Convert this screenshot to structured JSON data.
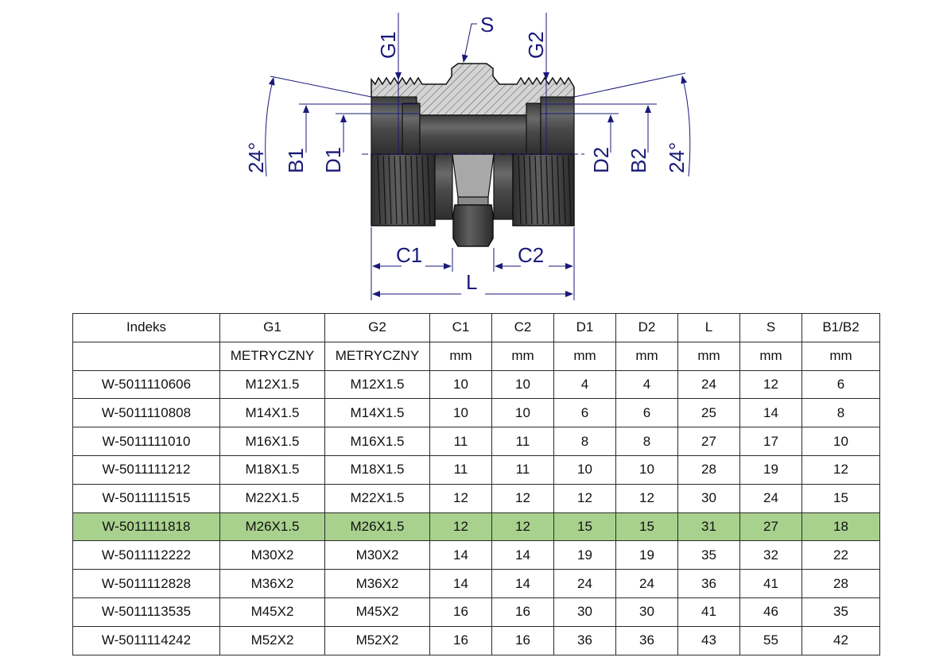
{
  "drawing": {
    "labels": {
      "S": "S",
      "G1": "G1",
      "G2": "G2",
      "B1": "B1",
      "B2": "B2",
      "D1": "D1",
      "D2": "D2",
      "C1": "C1",
      "C2": "C2",
      "L": "L",
      "angle_left": "24°",
      "angle_right": "24°"
    },
    "colors": {
      "dimension": "#1a1a7a",
      "highlight_row": "#a9d18e"
    }
  },
  "table": {
    "headers": [
      "Indeks",
      "G1",
      "G2",
      "C1",
      "C2",
      "D1",
      "D2",
      "L",
      "S",
      "B1/B2"
    ],
    "units": [
      "",
      "METRYCZNY",
      "METRYCZNY",
      "mm",
      "mm",
      "mm",
      "mm",
      "mm",
      "mm",
      "mm"
    ],
    "highlighted_row_index": 5,
    "rows": [
      [
        "W-5011110606",
        "M12X1.5",
        "M12X1.5",
        "10",
        "10",
        "4",
        "4",
        "24",
        "12",
        "6"
      ],
      [
        "W-5011110808",
        "M14X1.5",
        "M14X1.5",
        "10",
        "10",
        "6",
        "6",
        "25",
        "14",
        "8"
      ],
      [
        "W-5011111010",
        "M16X1.5",
        "M16X1.5",
        "11",
        "11",
        "8",
        "8",
        "27",
        "17",
        "10"
      ],
      [
        "W-5011111212",
        "M18X1.5",
        "M18X1.5",
        "11",
        "11",
        "10",
        "10",
        "28",
        "19",
        "12"
      ],
      [
        "W-5011111515",
        "M22X1.5",
        "M22X1.5",
        "12",
        "12",
        "12",
        "12",
        "30",
        "24",
        "15"
      ],
      [
        "W-5011111818",
        "M26X1.5",
        "M26X1.5",
        "12",
        "12",
        "15",
        "15",
        "31",
        "27",
        "18"
      ],
      [
        "W-5011112222",
        "M30X2",
        "M30X2",
        "14",
        "14",
        "19",
        "19",
        "35",
        "32",
        "22"
      ],
      [
        "W-5011112828",
        "M36X2",
        "M36X2",
        "14",
        "14",
        "24",
        "24",
        "36",
        "41",
        "28"
      ],
      [
        "W-5011113535",
        "M45X2",
        "M45X2",
        "16",
        "16",
        "30",
        "30",
        "41",
        "46",
        "35"
      ],
      [
        "W-5011114242",
        "M52X2",
        "M52X2",
        "16",
        "16",
        "36",
        "36",
        "43",
        "55",
        "42"
      ]
    ]
  }
}
